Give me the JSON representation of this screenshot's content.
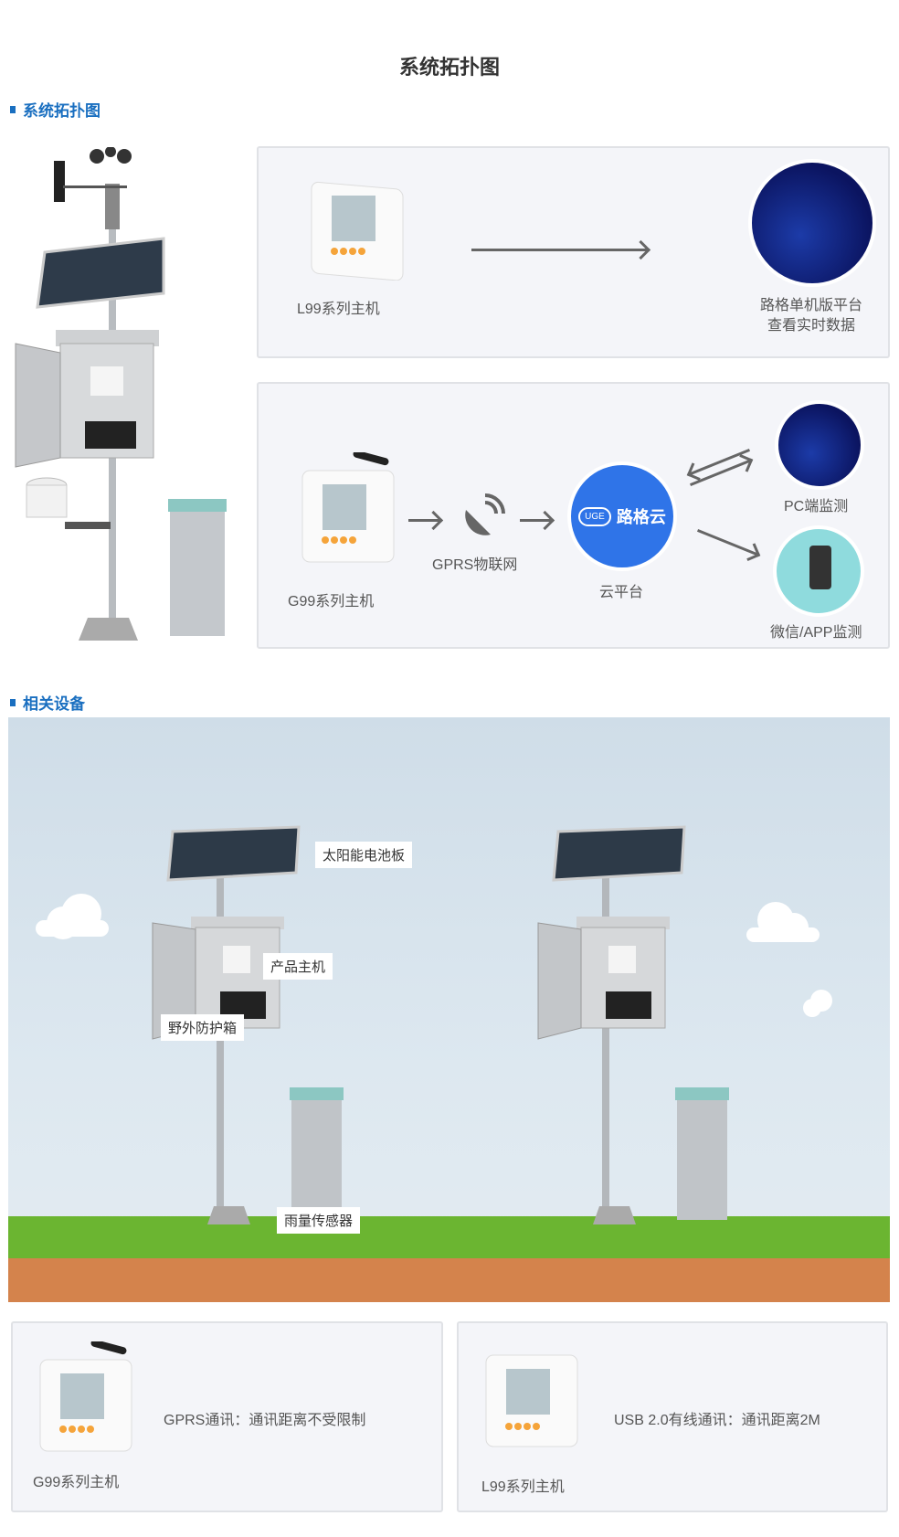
{
  "page_title": "系统拓扑图",
  "sections": {
    "topology": "系统拓扑图",
    "equipment": "相关设备"
  },
  "topology": {
    "panel1": {
      "device": "L99系列主机",
      "platform_line1": "路格单机版平台",
      "platform_line2": "查看实时数据"
    },
    "panel2": {
      "device": "G99系列主机",
      "network": "GPRS物联网",
      "cloud_logo": "路格云",
      "cloud_badge": "UGE",
      "cloud": "云平台",
      "pc": "PC端监测",
      "app": "微信/APP监测"
    }
  },
  "scene": {
    "solar": "太阳能电池板",
    "host": "产品主机",
    "box": "野外防护箱",
    "rain": "雨量传感器"
  },
  "cards": [
    {
      "name": "G99系列主机",
      "desc": "GPRS通讯：通讯距离不受限制"
    },
    {
      "name": "L99系列主机",
      "desc": "USB 2.0有线通讯：通讯距离2M"
    }
  ],
  "colors": {
    "accent": "#1a6fc0",
    "cloud": "#2f74e8",
    "grass": "#6bb531",
    "soil": "#d4834c"
  }
}
